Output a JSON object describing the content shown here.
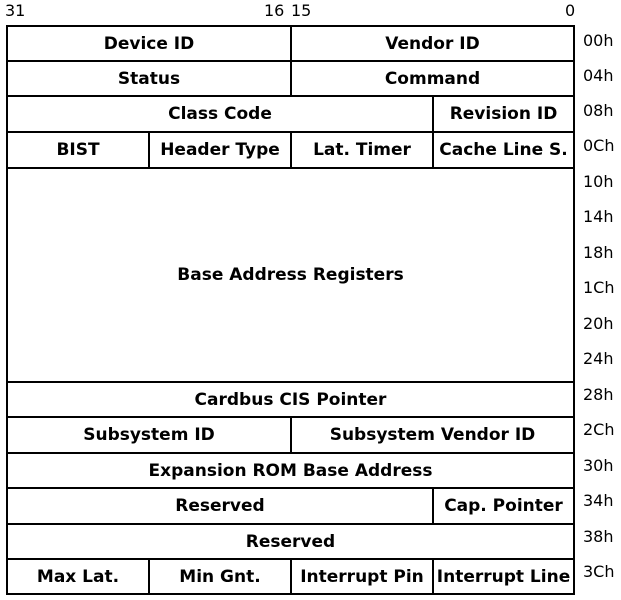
{
  "bit_labels": {
    "b31": "31",
    "b16": "16",
    "b15": "15",
    "b0": "0"
  },
  "offsets": [
    "00h",
    "04h",
    "08h",
    "0Ch",
    "10h",
    "14h",
    "18h",
    "1Ch",
    "20h",
    "24h",
    "28h",
    "2Ch",
    "30h",
    "34h",
    "38h",
    "3Ch"
  ],
  "fields": {
    "device_id": "Device ID",
    "vendor_id": "Vendor ID",
    "status": "Status",
    "command": "Command",
    "class_code": "Class Code",
    "revision_id": "Revision ID",
    "bist": "BIST",
    "header_type": "Header Type",
    "lat_timer": "Lat. Timer",
    "cache_line": "Cache Line S.",
    "bars": "Base Address Registers",
    "cardbus": "Cardbus CIS Pointer",
    "subsystem_id": "Subsystem ID",
    "subsystem_vendor_id": "Subsystem Vendor ID",
    "exp_rom": "Expansion ROM Base Address",
    "reserved_34": "Reserved",
    "cap_pointer": "Cap. Pointer",
    "reserved_38": "Reserved",
    "max_lat": "Max Lat.",
    "min_gnt": "Min Gnt.",
    "int_pin": "Interrupt Pin",
    "int_line": "Interrupt Line"
  }
}
